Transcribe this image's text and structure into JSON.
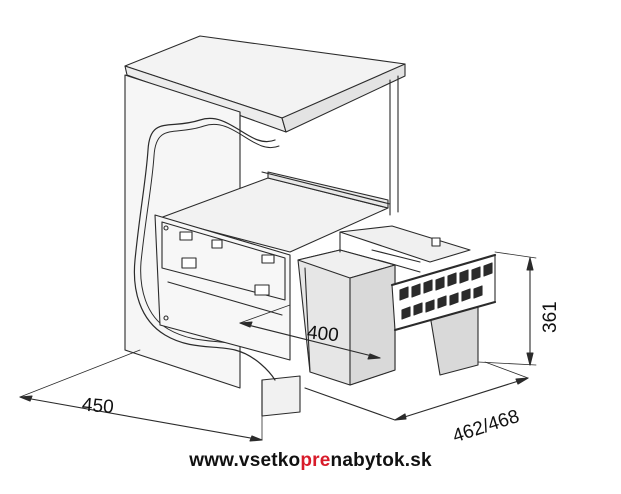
{
  "dimensions": {
    "width_label": "450",
    "drawer_label": "400",
    "depth_label": "462/468",
    "height_label": "361"
  },
  "footer": {
    "prefix": "www.vsetko",
    "accent": "pre",
    "suffix": "nabytok.sk"
  },
  "colors": {
    "line": "#2b2b2b",
    "cabinet_fill": "#f3f3f3",
    "bin_fill": "#e6e6e6",
    "bin_dark": "#cfcfcf",
    "accent": "#d81b2a"
  }
}
